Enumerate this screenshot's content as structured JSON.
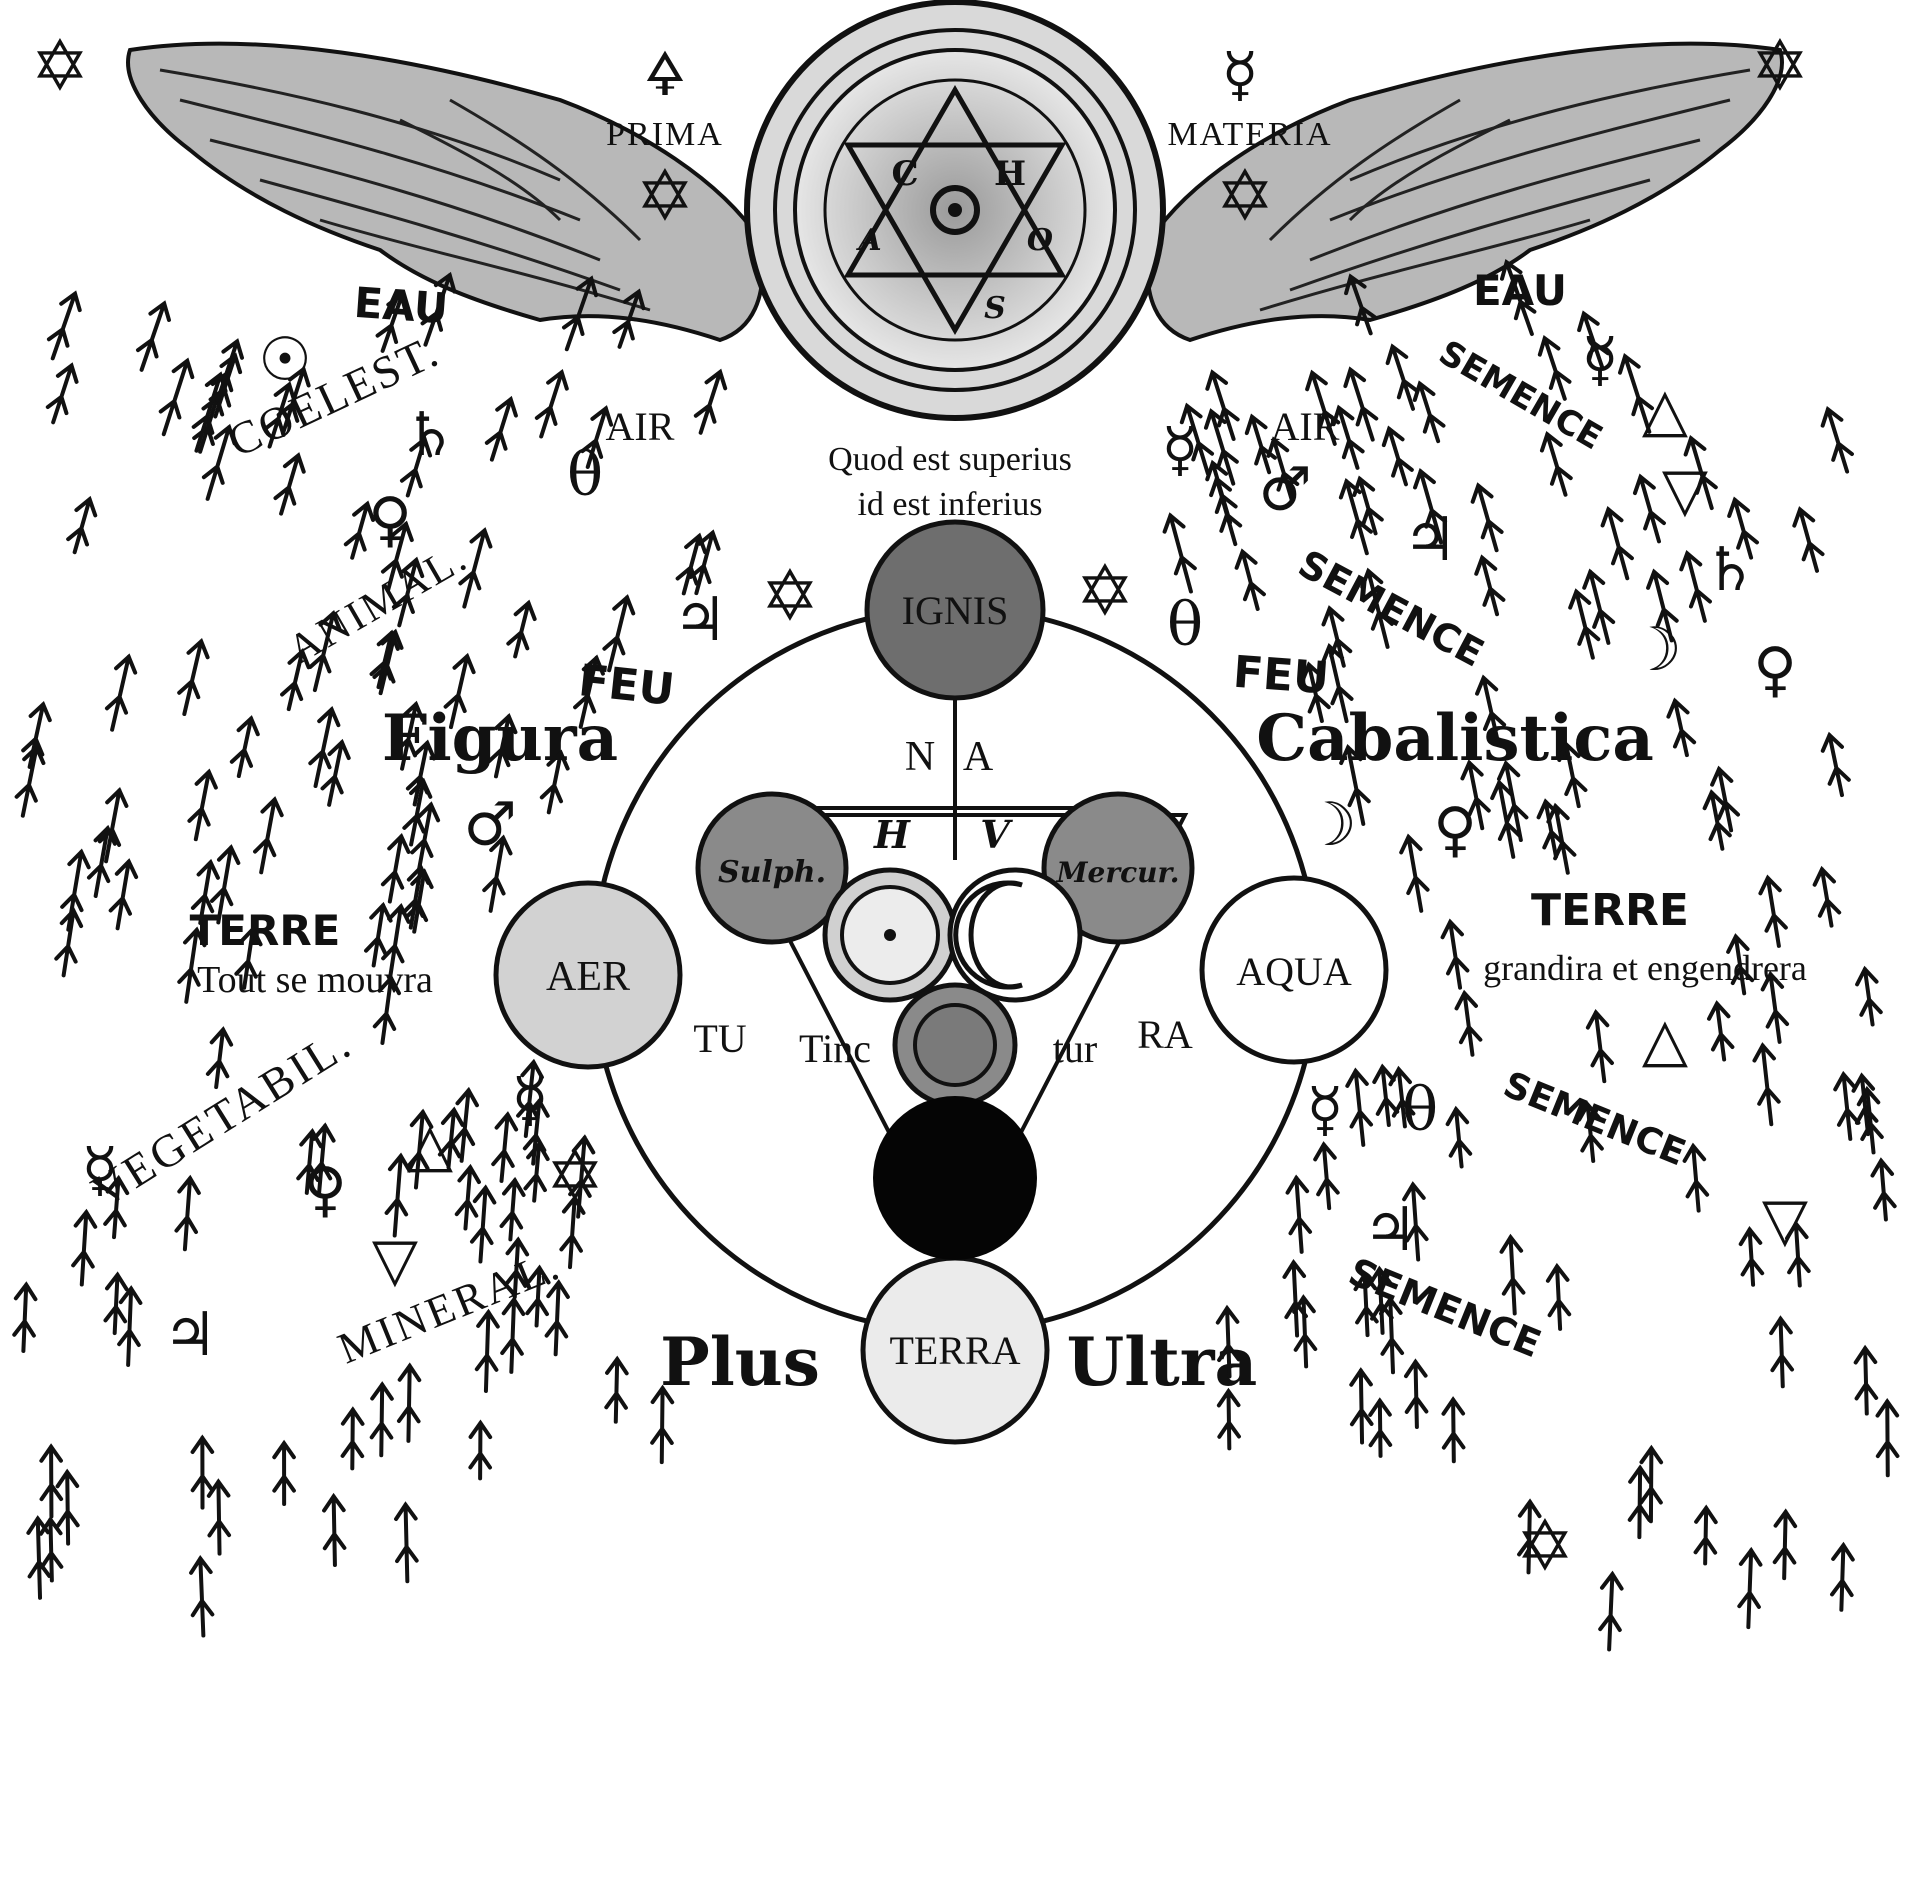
{
  "top": {
    "prima": "PRIMA",
    "materia": "MATERIA",
    "chaos_letters": [
      "C",
      "H",
      "A",
      "O",
      "S"
    ],
    "motto_line1": "Quod est superius",
    "motto_line2": "id est inferius"
  },
  "left": {
    "eau": "EAU",
    "air": "AIR",
    "coelest": "COELEST.",
    "animal": "ANIMAL.",
    "feu": "FEU",
    "figura": "Figura",
    "terre": "TERRE",
    "tout": "Tout se mouvra",
    "vegetabil": "VEGETABIL.",
    "mineral": "MINERAL."
  },
  "right": {
    "eau": "EAU",
    "air": "AIR",
    "semence": "SEMENCE",
    "feu": "FEU",
    "cabalistica": "Cabalistica",
    "terre": "TERRE",
    "grandira": "grandira et engendrera"
  },
  "center": {
    "ignis": "IGNIS",
    "aer": "AER",
    "aqua": "AQUA",
    "terra": "TERRA",
    "na_n": "N",
    "na_a": "A",
    "hv_h": "H",
    "hv_v": "V",
    "sulph": "Sulph.",
    "mercur": "Mercur.",
    "tu": "TU",
    "tinc": "Tinc",
    "tur": "tur",
    "ra": "RA",
    "plus": "Plus",
    "ultra": "Ultra"
  },
  "colors": {
    "ink": "#111111",
    "dark_disc": "#6e6e6e",
    "mid_disc": "#8a8a8a",
    "light_disc": "#d2d2d2",
    "pale_disc": "#ebebeb",
    "wing_fill": "#b8b8b8",
    "black_disc": "#050505"
  },
  "symbols": {
    "hexagram": "✡",
    "mercury": "☿",
    "venus": "♀",
    "mars": "♂",
    "jupiter": "♃",
    "saturn": "♄",
    "sun": "☉",
    "moon": "☽",
    "sulphur": "🜍",
    "triangle_up": "△",
    "triangle_down": "▽",
    "theta": "θ"
  }
}
